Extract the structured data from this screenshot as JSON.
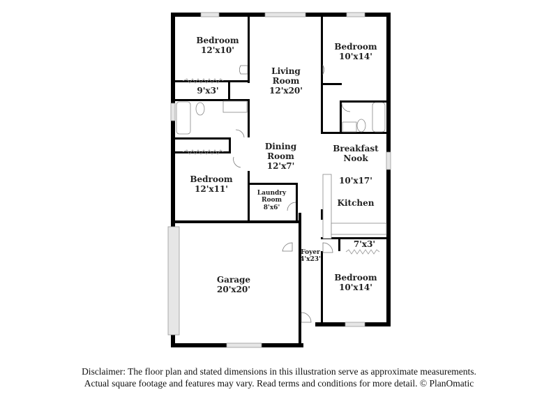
{
  "rooms": [
    {
      "id": "bedroom-nw",
      "name": "Bedroom",
      "dims": "12'x10'"
    },
    {
      "id": "closet-nw",
      "name": "",
      "dims": "9'x3'"
    },
    {
      "id": "living-room",
      "name": "Living\nRoom",
      "name_l1": "Living",
      "name_l2": "Room",
      "dims": "12'x20'"
    },
    {
      "id": "bedroom-ne",
      "name": "Bedroom",
      "dims": "10'x14'"
    },
    {
      "id": "dining-room",
      "name_l1": "Dining",
      "name_l2": "Room",
      "dims": "12'x7'"
    },
    {
      "id": "breakfast-nook",
      "name_l1": "Breakfast",
      "name_l2": "Nook"
    },
    {
      "id": "kitchen",
      "name": "Kitchen",
      "dims": "10'x17'"
    },
    {
      "id": "bedroom-w",
      "name": "Bedroom",
      "dims": "12'x11'"
    },
    {
      "id": "laundry-room",
      "name_l1": "Laundry",
      "name_l2": "Room",
      "dims": "8'x6'"
    },
    {
      "id": "closet-se",
      "name": "",
      "dims": "7'x3'"
    },
    {
      "id": "foyer",
      "name": "Foyer",
      "dims": "4'x23'"
    },
    {
      "id": "garage",
      "name": "Garage",
      "dims": "20'x20'"
    },
    {
      "id": "bedroom-se",
      "name": "Bedroom",
      "dims": "10'x14'"
    }
  ],
  "disclaimer": {
    "line1": "Disclaimer: The floor plan and stated dimensions in this illustration serve as approximate measurements.",
    "line2": "Actual square footage and features may vary. Read terms and conditions for more detail. © PlanOmatic"
  },
  "colors": {
    "wall": "#000000",
    "background": "#ffffff",
    "window": "#e6e6e6"
  }
}
